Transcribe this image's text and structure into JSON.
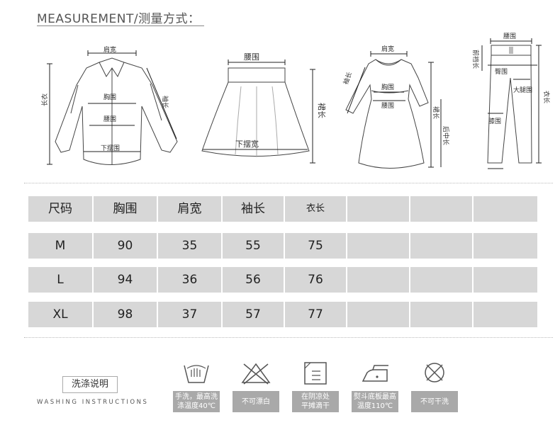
{
  "header": {
    "title": "MEASUREMENT/测量方式："
  },
  "garments": {
    "shirt": {
      "shoulder": "肩宽",
      "chest": "胸围",
      "waist": "腰围",
      "hem": "下摆围",
      "length": "长衣",
      "sleeve": "袖长"
    },
    "skirt": {
      "waist": "腰围",
      "hem": "下摆宽",
      "length": "裙长"
    },
    "dress": {
      "shoulder": "肩宽",
      "sleeve": "袖长",
      "chest": "胸围",
      "waist": "腰围",
      "length": "裙长",
      "center_back": "后中长"
    },
    "pants": {
      "waist": "腰围",
      "rise": "前裆长",
      "hip": "臀围",
      "thigh": "大腿围",
      "knee": "膝围",
      "length": "衣长"
    }
  },
  "size_table": {
    "headers": [
      "尺码",
      "胸围",
      "肩宽",
      "袖长",
      "衣长",
      "",
      "",
      ""
    ],
    "rows": [
      [
        "M",
        "90",
        "35",
        "55",
        "75",
        "",
        "",
        ""
      ],
      [
        "L",
        "94",
        "36",
        "56",
        "76",
        "",
        "",
        ""
      ],
      [
        "XL",
        "98",
        "37",
        "57",
        "77",
        "",
        "",
        ""
      ]
    ]
  },
  "washing": {
    "title": "洗涤说明",
    "subtitle": "WASHING INSTRUCTIONS",
    "items": [
      {
        "icon": "hand-wash-icon",
        "line1": "手洗，最高洗",
        "line2": "涤温度40℃"
      },
      {
        "icon": "no-bleach-icon",
        "line1": "不可漂白",
        "line2": ""
      },
      {
        "icon": "dry-flat-shade-icon",
        "line1": "在阴凉处",
        "line2": "平摊滴干"
      },
      {
        "icon": "iron-icon",
        "line1": "熨斗底板最高",
        "line2": "温度110℃"
      },
      {
        "icon": "no-dry-clean-icon",
        "line1": "不可干洗",
        "line2": ""
      }
    ]
  }
}
